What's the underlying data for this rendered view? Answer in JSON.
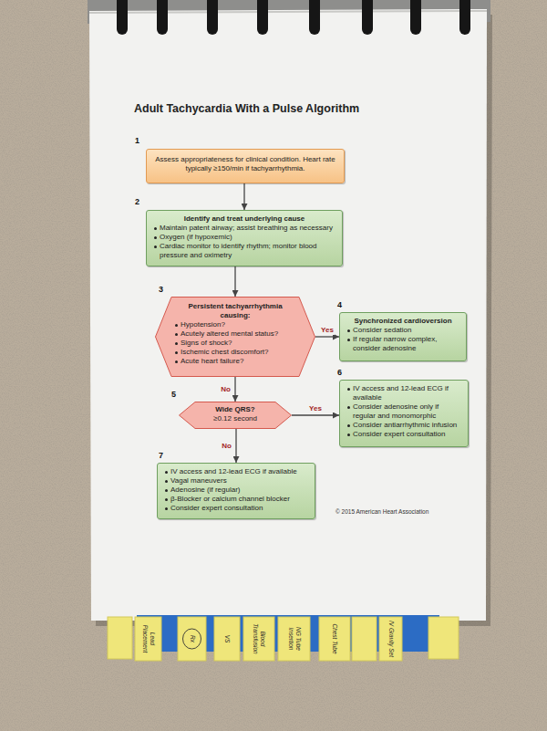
{
  "diagram": {
    "title": "Adult Tachycardia With a Pulse Algorithm",
    "nodes": [
      {
        "text": [
          "Assess appropriateness for clinical condition. Heart rate typically ≥150/min if tachyarrhythmia."
        ]
      },
      {
        "text": [
          "Identify and treat underlying cause",
          "Maintain patent airway; assist breathing as necessary",
          "Oxygen (if hypoxemic)",
          "Cardiac monitor to identify rhythm; monitor blood pressure and oximetry"
        ]
      },
      {
        "text": [
          "Persistent tachyarrhythmia causing:",
          "Hypotension?",
          "Acutely altered mental status?",
          "Signs of shock?",
          "Ischemic chest discomfort?",
          "Acute heart failure?"
        ]
      },
      {
        "text": [
          "Synchronized cardioversion",
          "Consider sedation",
          "If regular narrow complex, consider adenosine"
        ]
      },
      {
        "text": [
          "Wide QRS?",
          "≥0.12 second"
        ]
      },
      {
        "text": [
          "IV access and 12-lead ECG if available",
          "Consider adenosine only if regular and monomorphic",
          "Consider antiarrhythmic infusion",
          "Consider expert consultation"
        ]
      },
      {
        "text": [
          "IV access and 12-lead ECG if available",
          "Vagal maneuvers",
          "Adenosine (if regular)",
          "β-Blocker or calcium channel blocker",
          "Consider expert consultation"
        ]
      }
    ],
    "edges": [
      {
        "from": 0,
        "to": 1,
        "arrow": "to"
      },
      {
        "from": 1,
        "to": 2,
        "arrow": "to"
      },
      {
        "from": 2,
        "to": 3,
        "label": "Yes",
        "arrow": "to"
      },
      {
        "from": 2,
        "to": 4,
        "label": "No",
        "arrow": "to"
      },
      {
        "from": 4,
        "to": 5,
        "label": "Yes",
        "arrow": "to"
      },
      {
        "from": 4,
        "to": 6,
        "label": "No",
        "arrow": "to"
      }
    ],
    "labels": [
      "1",
      "2",
      "3",
      "4",
      "5",
      "6",
      "7",
      "© 2015 American Heart Association",
      "Lead Placement",
      "Rx",
      "VS",
      "Blood Transfusion",
      "NG Tube Insertion",
      "Chest Tube",
      "IV Gravity Set"
    ]
  }
}
